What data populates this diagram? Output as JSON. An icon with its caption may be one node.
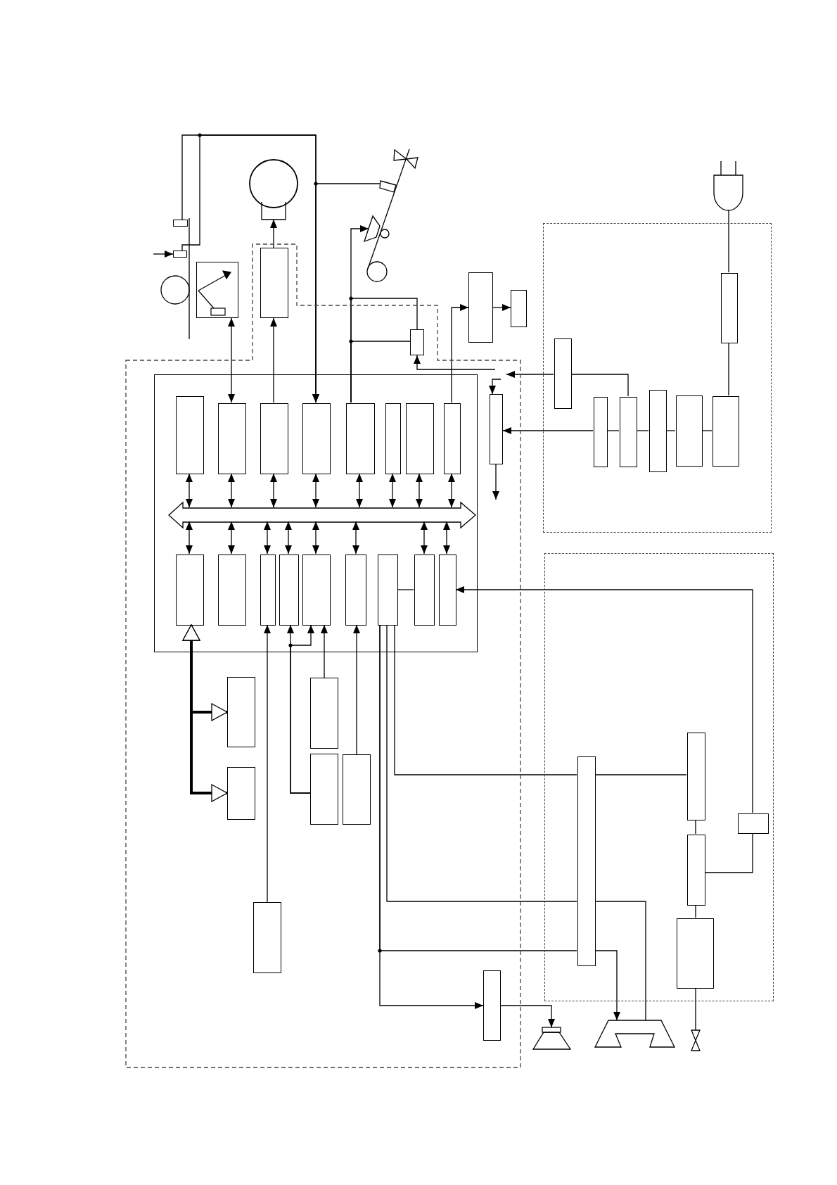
{
  "diagram": {
    "nodes": [
      {
        "text": [],
        "shape": "box"
      },
      {
        "text": [],
        "shape": "box"
      },
      {
        "text": [],
        "shape": "box"
      },
      {
        "text": [],
        "shape": "circle"
      },
      {
        "text": [],
        "shape": "box"
      },
      {
        "text": [],
        "shape": "trapezoid"
      },
      {
        "text": [],
        "shape": "plug"
      },
      {
        "text": [],
        "shape": "box"
      },
      {
        "text": [],
        "shape": "box",
        "in": 7
      },
      {
        "text": [],
        "shape": "box",
        "in": 7
      },
      {
        "text": [],
        "shape": "box"
      },
      {
        "text": [],
        "shape": "box"
      },
      {
        "text": [],
        "shape": "box"
      },
      {
        "text": [],
        "shape": "box",
        "in": 12
      },
      {
        "text": [],
        "shape": "box",
        "in": 12
      },
      {
        "text": [],
        "shape": "box",
        "in": 7
      },
      {
        "text": [],
        "shape": "box",
        "in": 15
      },
      {
        "text": [],
        "shape": "box",
        "in": 15
      },
      {
        "text": [],
        "shape": "box",
        "in": 15
      },
      {
        "text": [],
        "shape": "box",
        "in": 15
      },
      {
        "text": [],
        "shape": "box",
        "in": 15
      },
      {
        "text": [],
        "shape": "box",
        "in": 15
      },
      {
        "text": [],
        "shape": "box",
        "in": 15
      },
      {
        "text": [],
        "shape": "box",
        "in": 15
      },
      {
        "text": [],
        "shape": "arrow",
        "in": 15
      },
      {
        "text": [],
        "shape": "box",
        "in": 15
      },
      {
        "text": [],
        "shape": "box",
        "in": 15
      },
      {
        "text": [],
        "shape": "box",
        "in": 15
      },
      {
        "text": [],
        "shape": "box",
        "in": 15
      },
      {
        "text": [],
        "shape": "box",
        "in": 15
      },
      {
        "text": [],
        "shape": "box",
        "in": 15
      },
      {
        "text": [],
        "shape": "box",
        "in": 15
      },
      {
        "text": [],
        "shape": "box",
        "in": 15
      },
      {
        "text": [],
        "shape": "box",
        "in": 15
      },
      {
        "text": [],
        "shape": "box",
        "in": 7
      },
      {
        "text": [],
        "shape": "box",
        "in": 12
      },
      {
        "text": [],
        "shape": "box",
        "in": 12
      },
      {
        "text": [],
        "shape": "box",
        "in": 12
      },
      {
        "text": [],
        "shape": "box",
        "in": 12
      },
      {
        "text": [],
        "shape": "box",
        "in": 12
      },
      {
        "text": [],
        "shape": "box",
        "in": 7
      },
      {
        "text": [],
        "shape": "box",
        "in": 7
      },
      {
        "text": [],
        "shape": "box",
        "in": 7
      },
      {
        "text": [],
        "shape": "box",
        "in": 7
      },
      {
        "text": [],
        "shape": "box",
        "in": 7
      },
      {
        "text": [],
        "shape": "box",
        "in": 7
      },
      {
        "text": [],
        "shape": "box"
      },
      {
        "text": [],
        "shape": "box",
        "in": 46
      },
      {
        "text": [],
        "shape": "box",
        "in": 46
      },
      {
        "text": [],
        "shape": "box",
        "in": 46
      },
      {
        "text": [],
        "shape": "box",
        "in": 46
      },
      {
        "text": [],
        "shape": "box",
        "in": 46
      },
      {
        "text": [],
        "shape": "box",
        "in": 7
      },
      {
        "text": [],
        "shape": "speaker"
      },
      {
        "text": [],
        "shape": "handset"
      },
      {
        "text": [],
        "shape": "bowtie"
      }
    ],
    "edges": [
      {
        "from": null,
        "to": 1,
        "arrow": "to"
      },
      {
        "from": 0,
        "to": 19,
        "arrow": "to"
      },
      {
        "from": 1,
        "to": 19,
        "arrow": "to"
      },
      {
        "from": 4,
        "to": 19,
        "arrow": "to"
      },
      {
        "from": 17,
        "to": 2,
        "arrow": "both"
      },
      {
        "from": 18,
        "to": 8,
        "arrow": "to"
      },
      {
        "from": 8,
        "to": 3,
        "arrow": "to"
      },
      {
        "from": 20,
        "to": 5,
        "arrow": "to"
      },
      {
        "from": 20,
        "to": 9,
        "arrow": "none"
      },
      {
        "from": 20,
        "to": 9,
        "arrow": "none"
      },
      {
        "from": 23,
        "to": 10,
        "arrow": "to"
      },
      {
        "from": 10,
        "to": 11,
        "arrow": "to"
      },
      {
        "from": 6,
        "to": 13,
        "arrow": "none"
      },
      {
        "from": 13,
        "to": 39,
        "arrow": "none"
      },
      {
        "from": 39,
        "to": 38,
        "arrow": "none"
      },
      {
        "from": 38,
        "to": 37,
        "arrow": "none"
      },
      {
        "from": 37,
        "to": 36,
        "arrow": "none"
      },
      {
        "from": 36,
        "to": 35,
        "arrow": "none"
      },
      {
        "from": 35,
        "to": 34,
        "arrow": "to"
      },
      {
        "from": 36,
        "to": 14,
        "arrow": "none"
      },
      {
        "from": 14,
        "to": 7,
        "arrow": "to"
      },
      {
        "from": null,
        "to": 9,
        "arrow": "to"
      },
      {
        "from": 34,
        "to": 7,
        "arrow": "to"
      },
      {
        "from": 16,
        "to": 24,
        "arrow": "both"
      },
      {
        "from": 17,
        "to": 24,
        "arrow": "both"
      },
      {
        "from": 18,
        "to": 24,
        "arrow": "both"
      },
      {
        "from": 19,
        "to": 24,
        "arrow": "both"
      },
      {
        "from": 20,
        "to": 24,
        "arrow": "both"
      },
      {
        "from": 21,
        "to": 24,
        "arrow": "both"
      },
      {
        "from": 22,
        "to": 24,
        "arrow": "both"
      },
      {
        "from": 23,
        "to": 24,
        "arrow": "both"
      },
      {
        "from": 25,
        "to": 24,
        "arrow": "both"
      },
      {
        "from": 26,
        "to": 24,
        "arrow": "both"
      },
      {
        "from": 27,
        "to": 24,
        "arrow": "both"
      },
      {
        "from": 28,
        "to": 24,
        "arrow": "both"
      },
      {
        "from": 29,
        "to": 24,
        "arrow": "both"
      },
      {
        "from": 30,
        "to": 24,
        "arrow": "both"
      },
      {
        "from": 32,
        "to": 24,
        "arrow": "both"
      },
      {
        "from": 33,
        "to": 24,
        "arrow": "both"
      },
      {
        "from": 31,
        "to": 32,
        "arrow": "none"
      },
      {
        "from": 47,
        "to": 33,
        "arrow": "to"
      },
      {
        "from": 47,
        "to": 50,
        "arrow": "none"
      },
      {
        "from": 25,
        "to": 40,
        "arrow": "both",
        "style": "thick"
      },
      {
        "from": 25,
        "to": 41,
        "arrow": "both",
        "style": "thick"
      },
      {
        "from": 45,
        "to": 27,
        "arrow": "to"
      },
      {
        "from": 43,
        "to": 28,
        "arrow": "to"
      },
      {
        "from": 43,
        "to": 29,
        "arrow": "to"
      },
      {
        "from": 42,
        "to": 29,
        "arrow": "to"
      },
      {
        "from": 44,
        "to": 30,
        "arrow": "to"
      },
      {
        "from": 31,
        "to": 49,
        "arrow": "none"
      },
      {
        "from": 49,
        "to": 48,
        "arrow": "none"
      },
      {
        "from": 31,
        "to": 49,
        "arrow": "none"
      },
      {
        "from": 49,
        "to": 54,
        "arrow": "none"
      },
      {
        "from": 31,
        "to": 49,
        "arrow": "none"
      },
      {
        "from": 49,
        "to": 54,
        "arrow": "to"
      },
      {
        "from": 31,
        "to": 52,
        "arrow": "to"
      },
      {
        "from": 52,
        "to": 53,
        "arrow": "to"
      },
      {
        "from": 48,
        "to": 50,
        "arrow": "none"
      },
      {
        "from": 50,
        "to": 51,
        "arrow": "none"
      },
      {
        "from": 51,
        "to": 55,
        "arrow": "none"
      },
      {
        "from": null,
        "to": 34,
        "arrow": "to"
      }
    ]
  }
}
